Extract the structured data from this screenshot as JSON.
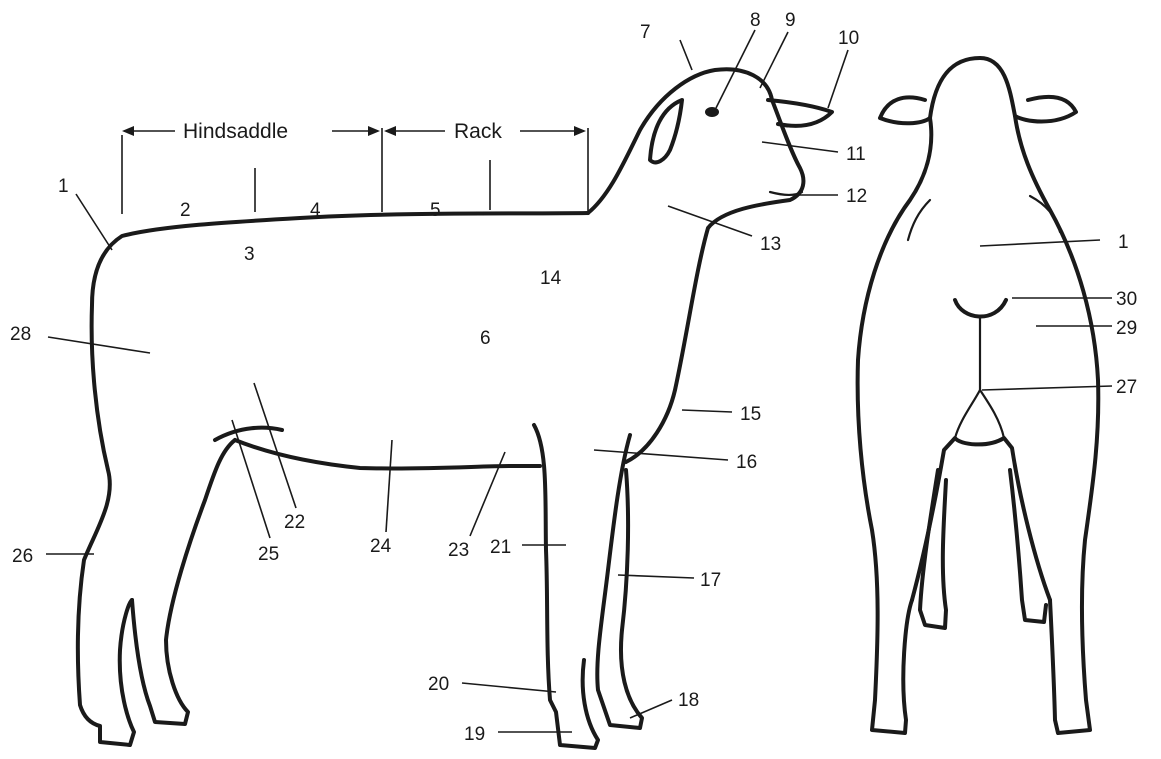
{
  "headers": {
    "hindsaddle": "Hindsaddle",
    "rack": "Rack"
  },
  "side_labels": {
    "n1": "1",
    "n2": "2",
    "n3": "3",
    "n4": "4",
    "n5": "5",
    "n6": "6",
    "n7": "7",
    "n8": "8",
    "n9": "9",
    "n10": "10",
    "n11": "11",
    "n12": "12",
    "n13": "13",
    "n14": "14",
    "n15": "15",
    "n16": "16",
    "n17": "17",
    "n18": "18",
    "n19": "19",
    "n20": "20",
    "n21": "21",
    "n22": "22",
    "n23": "23",
    "n24": "24",
    "n25": "25",
    "n26": "26",
    "n28": "28"
  },
  "rear_labels": {
    "n1": "1",
    "n30": "30",
    "n29": "29",
    "n27": "27"
  }
}
